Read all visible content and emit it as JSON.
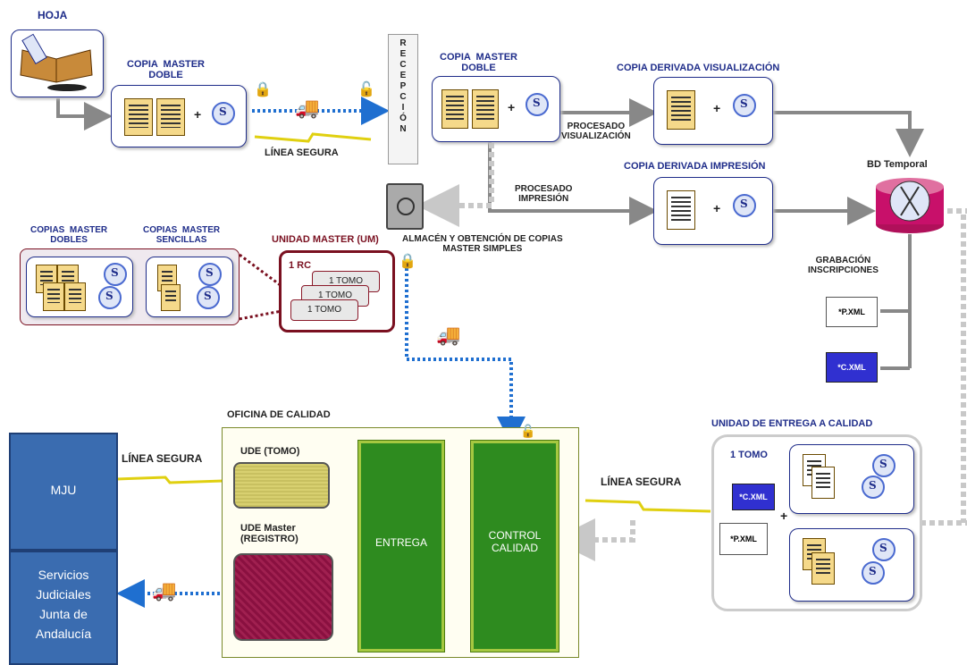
{
  "labels": {
    "hoja": "HOJA",
    "copia_master_doble_1": "COPIA  MASTER\nDOBLE",
    "linea_segura_top": "LÍNEA SEGURA",
    "recepcion": "RECEPCIÓN",
    "copia_master_doble_2": "COPIA  MASTER\nDOBLE",
    "copia_derivada_visualizacion": "COPIA DERIVADA VISUALIZACIÓN",
    "procesado_visualizacion": "PROCESADO\nVISUALIZACIÓN",
    "copia_derivada_impresion": "COPIA DERIVADA IMPRESIÓN",
    "procesado_impresion": "PROCESADO\nIMPRESIÓN",
    "bd_temporal": "BD Temporal",
    "almacen": "ALMACÉN Y OBTENCIÓN DE COPIAS\nMASTER SIMPLES",
    "copias_master_dobles": "COPIAS  MASTER\nDOBLES",
    "copias_master_sencillas": "COPIAS  MASTER\nSENCILLAS",
    "unidad_master": "UNIDAD  MASTER (UM)",
    "rc": "1 RC",
    "tomo_a": "1 TOMO",
    "tomo_b": "1 TOMO",
    "tomo_c": "1 TOMO",
    "grabacion": "GRABACIÓN\nINSCRIPCIONES",
    "p_xml": "*P.XML",
    "c_xml": "*C.XML",
    "oficina_calidad": "OFICINA DE CALIDAD",
    "linea_segura_left": "LÍNEA SEGURA",
    "ude_tomo": "UDE (TOMO)",
    "ude_master": "UDE Master\n(REGISTRO)",
    "entrega": "ENTREGA",
    "control_calidad": "CONTROL\nCALIDAD",
    "unidad_entrega": "UNIDAD DE ENTREGA A CALIDAD",
    "linea_segura_right": "LÍNEA SEGURA",
    "tomo_ude": "1 TOMO",
    "ude_c_xml": "*C.XML",
    "ude_p_xml": "*P.XML",
    "mju": "MJU",
    "servicios": "Servicios\nJudiciales\nJunta de\nAndalucía",
    "plus": "+"
  },
  "colors": {
    "title_blue": "#1f2d8a",
    "dark_red": "#7a1020",
    "green": "#2e8b1f",
    "sidebar_blue": "#3a6cb0",
    "dotted_blue": "#1f6fd0",
    "gray_arrow": "#888888"
  }
}
